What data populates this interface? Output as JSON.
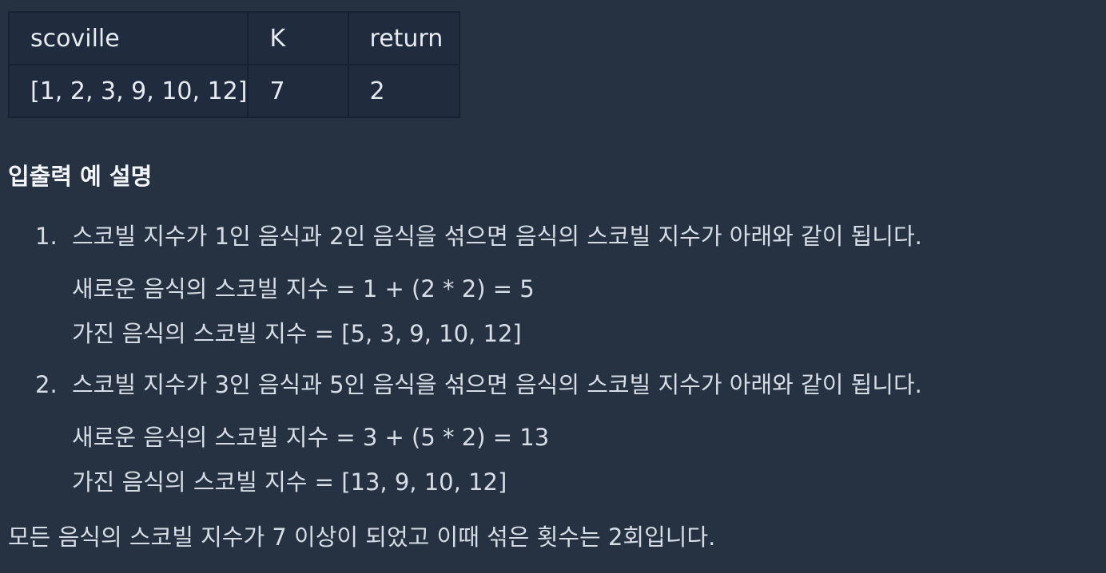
{
  "table": {
    "headers": [
      "scoville",
      "K",
      "return"
    ],
    "rows": [
      [
        "[1, 2, 3, 9, 10, 12]",
        "7",
        "2"
      ]
    ]
  },
  "section": {
    "title": "입출력 예 설명"
  },
  "steps": [
    {
      "number": "1.",
      "lines": [
        "스코빌 지수가 1인 음식과 2인 음식을 섞으면 음식의 스코빌 지수가 아래와 같이 됩니다.",
        "새로운 음식의 스코빌 지수 = 1 + (2 * 2) = 5",
        "가진 음식의 스코빌 지수 = [5, 3, 9, 10, 12]"
      ]
    },
    {
      "number": "2.",
      "lines": [
        "스코빌 지수가 3인 음식과 5인 음식을 섞으면 음식의 스코빌 지수가 아래와 같이 됩니다.",
        "새로운 음식의 스코빌 지수 = 3 + (5 * 2) = 13",
        "가진 음식의 스코빌 지수 = [13, 9, 10, 12]"
      ]
    }
  ],
  "conclusion": "모든 음식의 스코빌 지수가 7 이상이 되었고 이때 섞은 횟수는 2회입니다."
}
